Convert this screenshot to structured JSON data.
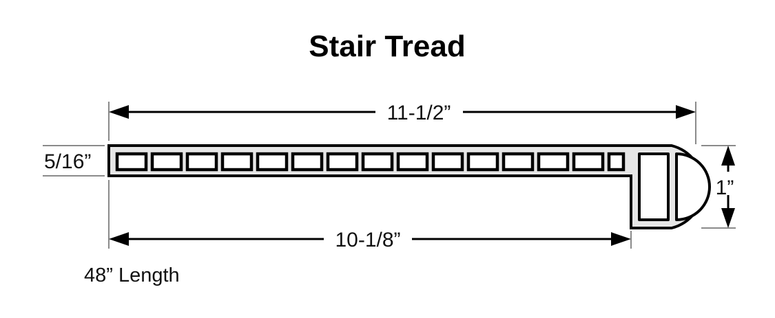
{
  "title": "Stair Tread",
  "drawing": {
    "type": "technical-profile-drawing",
    "part_name": "Stair Tread",
    "profile_description": "Extruded stair tread cross-section with hollow rectangular chambers along the flat run and a rounded bullnose leading edge containing a D-shaped void",
    "cell_count": 16
  },
  "dimensions": {
    "overall_width": {
      "label": "11-1/2”",
      "value": 11.5,
      "unit": "inch",
      "placement": "top",
      "style": "double-arrow"
    },
    "thickness": {
      "label": "5/16”",
      "value": 0.3125,
      "unit": "inch",
      "placement": "left",
      "style": "extension-lines"
    },
    "run_width": {
      "label": "10-1/8”",
      "value": 10.125,
      "unit": "inch",
      "placement": "bottom",
      "style": "double-arrow"
    },
    "nose_height": {
      "label": "1”",
      "value": 1,
      "unit": "inch",
      "placement": "right",
      "style": "double-arrow-vertical"
    }
  },
  "notes": {
    "length": "48” Length"
  },
  "colors": {
    "background": "#ffffff",
    "outline": "#000000",
    "profile_fill": "#e6e6e6",
    "void_fill": "#ffffff",
    "extension_line": "#8a8a8a",
    "text": "#111111"
  }
}
